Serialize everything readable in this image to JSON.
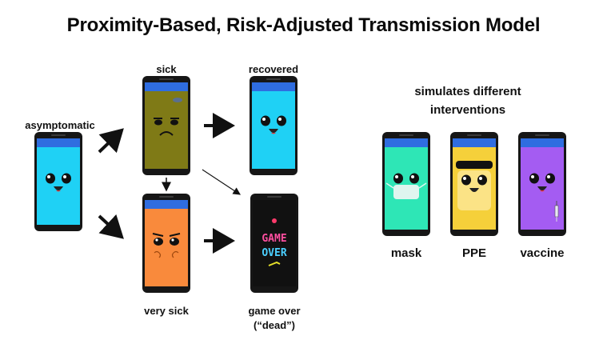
{
  "title": "Proximity-Based, Risk-Adjusted Transmission Model",
  "states": {
    "asymptomatic": "asymptomatic",
    "sick": "sick",
    "recovered": "recovered",
    "very_sick": "very sick",
    "game_over": "game over",
    "dead": "(“dead”)"
  },
  "game_over_screen": {
    "line1": "GAME",
    "line2": "OVER"
  },
  "interventions": {
    "heading_line1": "simulates different",
    "heading_line2": "interventions",
    "mask": "mask",
    "ppe": "PPE",
    "vaccine": "vaccine"
  },
  "colors": {
    "asymptomatic": "#1fd1f5",
    "sick": "#7f7a16",
    "recovered": "#1fd1f5",
    "very_sick": "#f98a3c",
    "game_over": "#111111",
    "mask": "#2ee6b6",
    "ppe": "#f5d03a",
    "vaccine": "#a45cf2",
    "appbar": "#2f6de0"
  }
}
